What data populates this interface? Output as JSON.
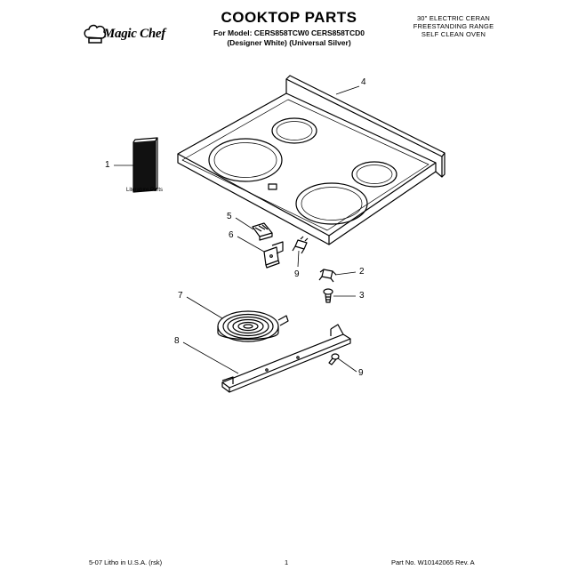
{
  "header": {
    "brand": "Magic Chef",
    "title": "COOKTOP PARTS",
    "model_line": "For Model: CERS858TCW0 CERS858TCD0",
    "variants_line": "(Designer White) (Universal Silver)",
    "spec_lines": [
      "30\" ELECTRIC CERAN",
      "FREESTANDING RANGE",
      "SELF CLEAN OVEN"
    ]
  },
  "diagram": {
    "callouts": [
      "1",
      "2",
      "3",
      "4",
      "5",
      "6",
      "7",
      "8",
      "9",
      "9"
    ],
    "part_label": "Literature Parts"
  },
  "footer": {
    "left": "5-07 Litho in U.S.A. (rsk)",
    "center": "1",
    "right": "Part No. W10142065 Rev. A"
  }
}
